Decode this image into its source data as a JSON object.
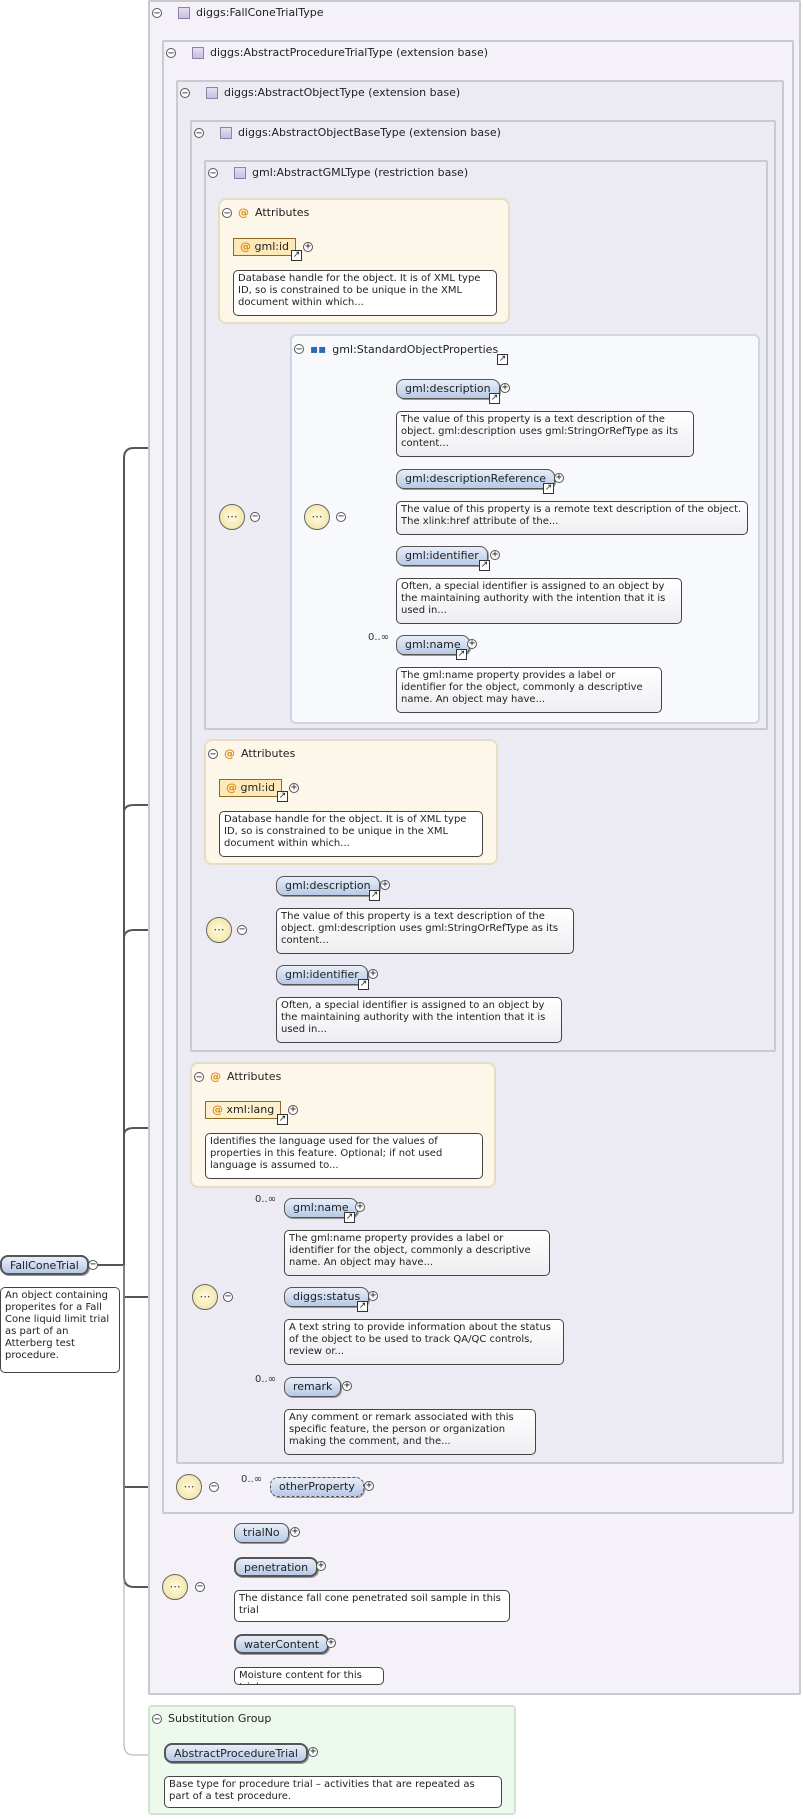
{
  "root": {
    "name": "FallConeTrial",
    "doc": "An object containing properites for a Fall Cone liquid limit trial as part of an Atterberg test procedure."
  },
  "types": {
    "fall_cone": "diggs:FallConeTrialType",
    "abstract_procedure": "diggs:AbstractProcedureTrialType (extension base)",
    "abstract_object": "diggs:AbstractObjectType (extension base)",
    "abstract_object_base": "diggs:AbstractObjectBaseType (extension base)",
    "abstract_gml": "gml:AbstractGMLType (restriction base)"
  },
  "labels": {
    "attributes": "Attributes",
    "standard_object_properties": "gml:StandardObjectProperties",
    "substitution_group": "Substitution Group"
  },
  "gml_attrs": {
    "id": "gml:id",
    "id_doc": "Database handle for the object. It is of XML type ID, so is constrained to be unique in the XML document within which...",
    "id_doc_short": "Database handle for the object. It is of XML type ID, so is constrained to be unique in the XML document within which..."
  },
  "std_props": {
    "description": "gml:description",
    "description_doc": "The value of this property is a text description of the object. gml:description uses gml:StringOrRefType as its content...",
    "description_ref": "gml:descriptionReference",
    "description_ref_doc": "The value of this property is a remote text description of the object. The xlink:href attribute of the...",
    "identifier": "gml:identifier",
    "identifier_doc": "Often, a special identifier is assigned to an object by the maintaining authority with the intention that it is used in...",
    "name": "gml:name",
    "name_card": "0..∞",
    "name_doc": "The gml:name property provides a label or identifier for the object, commonly a descriptive name. An object may have..."
  },
  "base_seq": {
    "description": "gml:description",
    "description_doc": "The value of this property is a text description of the object. gml:description uses gml:StringOrRefType as its content...",
    "identifier": "gml:identifier",
    "identifier_doc": "Often, a special identifier is assigned to an object by the maintaining authority with the intention that it is used in..."
  },
  "object_attrs": {
    "lang": "xml:lang",
    "lang_doc": "Identifies the language used for the values of properties in this feature. Optional; if not used language is assumed to..."
  },
  "object_seq": {
    "name_card": "0..∞",
    "name": "gml:name",
    "name_doc": "The gml:name property provides a label or identifier for the object, commonly a descriptive name. An object may have...",
    "status": "diggs:status",
    "status_doc": "A text string to provide information about the status of the object to be used to track QA/QC controls, review or...",
    "remark_card": "0..∞",
    "remark": "remark",
    "remark_doc": "Any comment or remark associated with this specific feature, the person or organization making the comment, and the..."
  },
  "procedure_seq": {
    "card": "0..∞",
    "other_property": "otherProperty"
  },
  "trial_seq": {
    "trial_no": "trialNo",
    "penetration": "penetration",
    "penetration_doc": "The distance fall cone penetrated soil sample in this trial",
    "water_content": "waterContent",
    "water_content_doc": "Moisture content for this trial"
  },
  "substitution": {
    "name": "AbstractProcedureTrial",
    "doc": "Base type for procedure trial – activities that are repeated as part of a test procedure."
  }
}
